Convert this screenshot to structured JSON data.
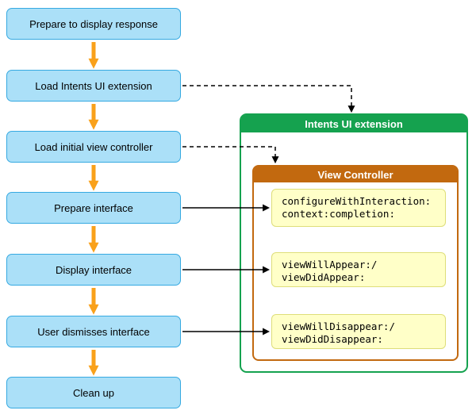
{
  "flow": {
    "steps": [
      {
        "label": "Prepare to display response"
      },
      {
        "label": "Load Intents UI extension"
      },
      {
        "label": "Load initial view controller"
      },
      {
        "label": "Prepare interface"
      },
      {
        "label": "Display interface"
      },
      {
        "label": "User dismisses interface"
      },
      {
        "label": "Clean up"
      }
    ]
  },
  "extension": {
    "title": "Intents UI extension",
    "view_controller": {
      "title": "View Controller",
      "methods": [
        {
          "line1": "configureWithInteraction:",
          "line2": "context:completion:"
        },
        {
          "line1": "viewWillAppear:/",
          "line2": "viewDidAppear:"
        },
        {
          "line1": "viewWillDisappear:/",
          "line2": "viewDidDisappear:"
        }
      ]
    }
  },
  "colors": {
    "step_fill": "#ABE0F8",
    "step_border": "#36A9E1",
    "flow_arrow": "#F9A11B",
    "extension_green": "#15A24F",
    "view_controller_brown": "#C2690F",
    "method_fill": "#FFFFC8",
    "method_border": "#DEDE79",
    "connector": "#000000"
  }
}
